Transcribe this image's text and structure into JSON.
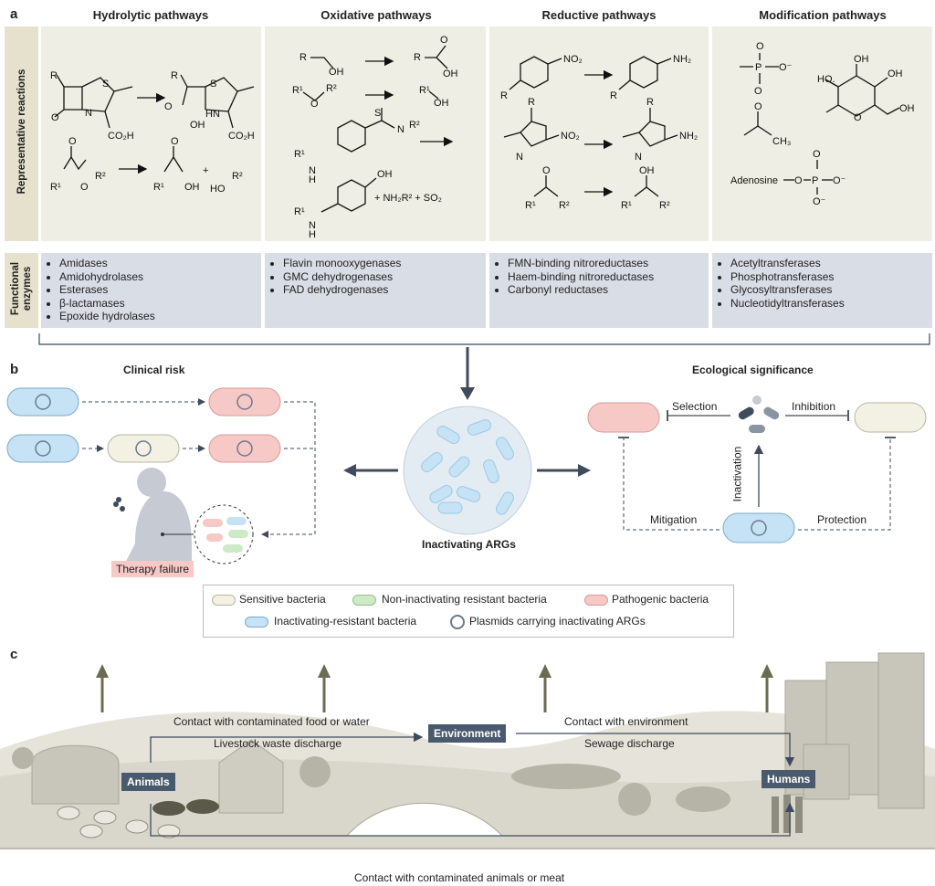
{
  "panel_a": {
    "letter": "a",
    "columns": [
      {
        "title": "Hydrolytic pathways",
        "enzymes": [
          "Amidases",
          "Amidohydrolases",
          "Esterases",
          "β-lactamases",
          "Epoxide hydrolases"
        ]
      },
      {
        "title": "Oxidative pathways",
        "enzymes": [
          "Flavin monooxygenases",
          "GMC dehydrogenases",
          "FAD dehydrogenases"
        ]
      },
      {
        "title": "Reductive pathways",
        "enzymes": [
          "FMN-binding nitroreductases",
          "Haem-binding nitroreductases",
          "Carbonyl reductases"
        ]
      },
      {
        "title": "Modification pathways",
        "enzymes": [
          "Acetyltransferases",
          "Phosphotransferases",
          "Glycosyltransferases",
          "Nucleotidyltransferases"
        ]
      }
    ],
    "row_labels": {
      "reactions": "Representative reactions",
      "enzymes_l1": "Functional",
      "enzymes_l2": "enzymes"
    },
    "chem": {
      "so2": "+ NH₂R² + SO₂",
      "adenosine": "Adenosine",
      "plus": "+"
    }
  },
  "panel_b": {
    "letter": "b",
    "clinical_title": "Clinical risk",
    "ecological_title": "Ecological significance",
    "center_label": "Inactivating ARGs",
    "therapy_failure": "Therapy failure",
    "eco_labels": {
      "selection": "Selection",
      "inhibition": "Inhibition",
      "inactivation": "Inactivation",
      "mitigation": "Mitigation",
      "protection": "Protection"
    },
    "legend": [
      {
        "label": "Sensitive bacteria",
        "color": "#f3f1e4"
      },
      {
        "label": "Non-inactivating resistant bacteria",
        "color": "#cde9c8"
      },
      {
        "label": "Pathogenic bacteria",
        "color": "#f6c9c7"
      },
      {
        "label": "Inactivating-resistant bacteria",
        "color": "#c6e3f5"
      },
      {
        "label": "Plasmids carrying inactivating ARGs",
        "color": "#6a7a8e"
      }
    ]
  },
  "panel_c": {
    "letter": "c",
    "nodes": {
      "environment": "Environment",
      "animals": "Animals",
      "humans": "Humans"
    },
    "labels": {
      "food_water": "Contact with contaminated food or water",
      "livestock": "Livestock waste discharge",
      "contact_env": "Contact with environment",
      "sewage": "Sewage discharge",
      "animals_meat": "Contact with contaminated animals or meat"
    }
  },
  "colors": {
    "panel_bg": "#eeeee4",
    "enzyme_bg": "#d9dde5",
    "label_col": "#e5e1cd",
    "arrow": "#3f4b5c",
    "landscape": "#d9d7cc"
  }
}
